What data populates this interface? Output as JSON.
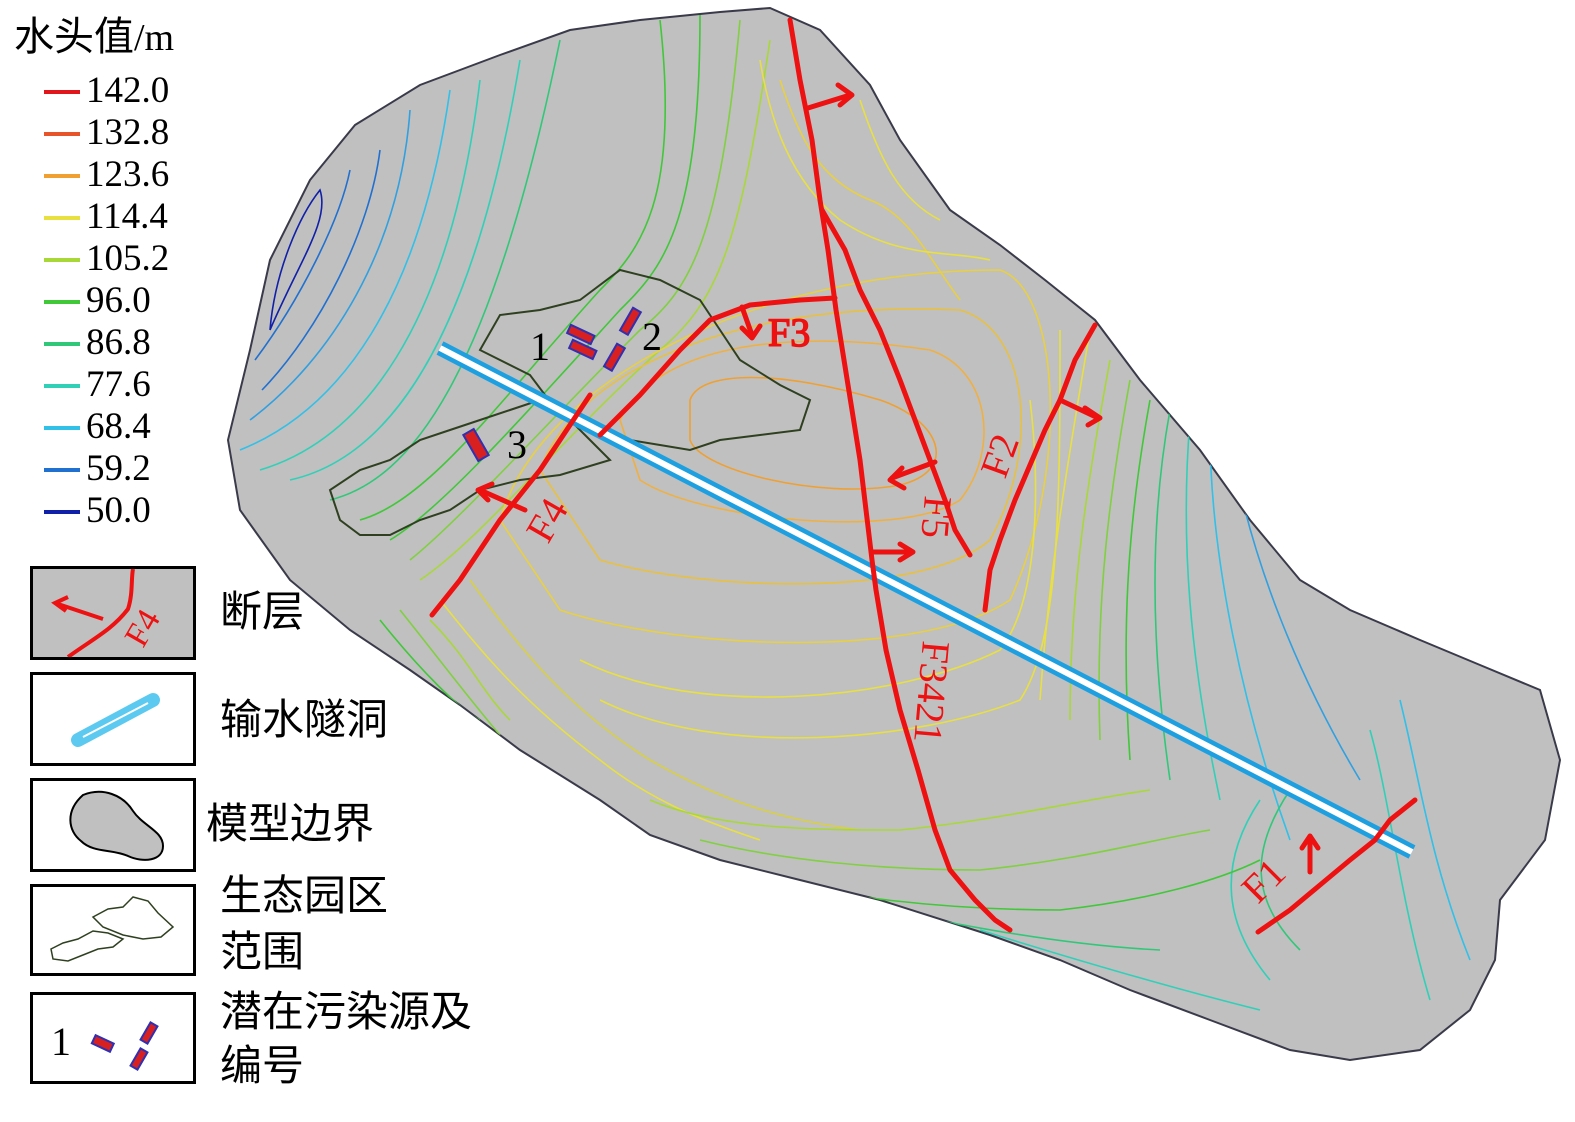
{
  "legend": {
    "title": "水头值",
    "unit": "/m",
    "scale": [
      {
        "value": "142.0",
        "color": "#e0161c"
      },
      {
        "value": "132.8",
        "color": "#e8542a"
      },
      {
        "value": "123.6",
        "color": "#f0a030"
      },
      {
        "value": "114.4",
        "color": "#e8e040"
      },
      {
        "value": "105.2",
        "color": "#a8d838"
      },
      {
        "value": "96.0",
        "color": "#40c838"
      },
      {
        "value": "86.8",
        "color": "#30c878"
      },
      {
        "value": "77.6",
        "color": "#30d0b8"
      },
      {
        "value": "68.4",
        "color": "#30c0e8"
      },
      {
        "value": "59.2",
        "color": "#2070d0"
      },
      {
        "value": "50.0",
        "color": "#1020a8"
      }
    ],
    "symbols": [
      {
        "label": "断层",
        "sample_text": "F4",
        "icon": "fault-symbol"
      },
      {
        "label": "输水隧洞",
        "icon": "tunnel-symbol"
      },
      {
        "label": "模型边界",
        "icon": "model-boundary-symbol"
      },
      {
        "label_line1": "生态园区",
        "label_line2": "范围",
        "icon": "park-area-symbol"
      },
      {
        "label_line1": "潜在污染源及",
        "label_line2": "编号",
        "sample_text": "1",
        "icon": "pollution-source-symbol"
      }
    ]
  },
  "map": {
    "faults": [
      "F1",
      "F2",
      "F3",
      "F4",
      "F5",
      "F3421"
    ],
    "pollution_sources": [
      "1",
      "2",
      "3"
    ],
    "colors": {
      "background": "#c0c0c0",
      "fault": "#ee1111",
      "tunnel": "#1ea0e0",
      "boundary": "#3a3a4a",
      "park_outline": "#2f4020",
      "pollution_fill": "#d82020",
      "pollution_edge": "#3030b0"
    }
  }
}
